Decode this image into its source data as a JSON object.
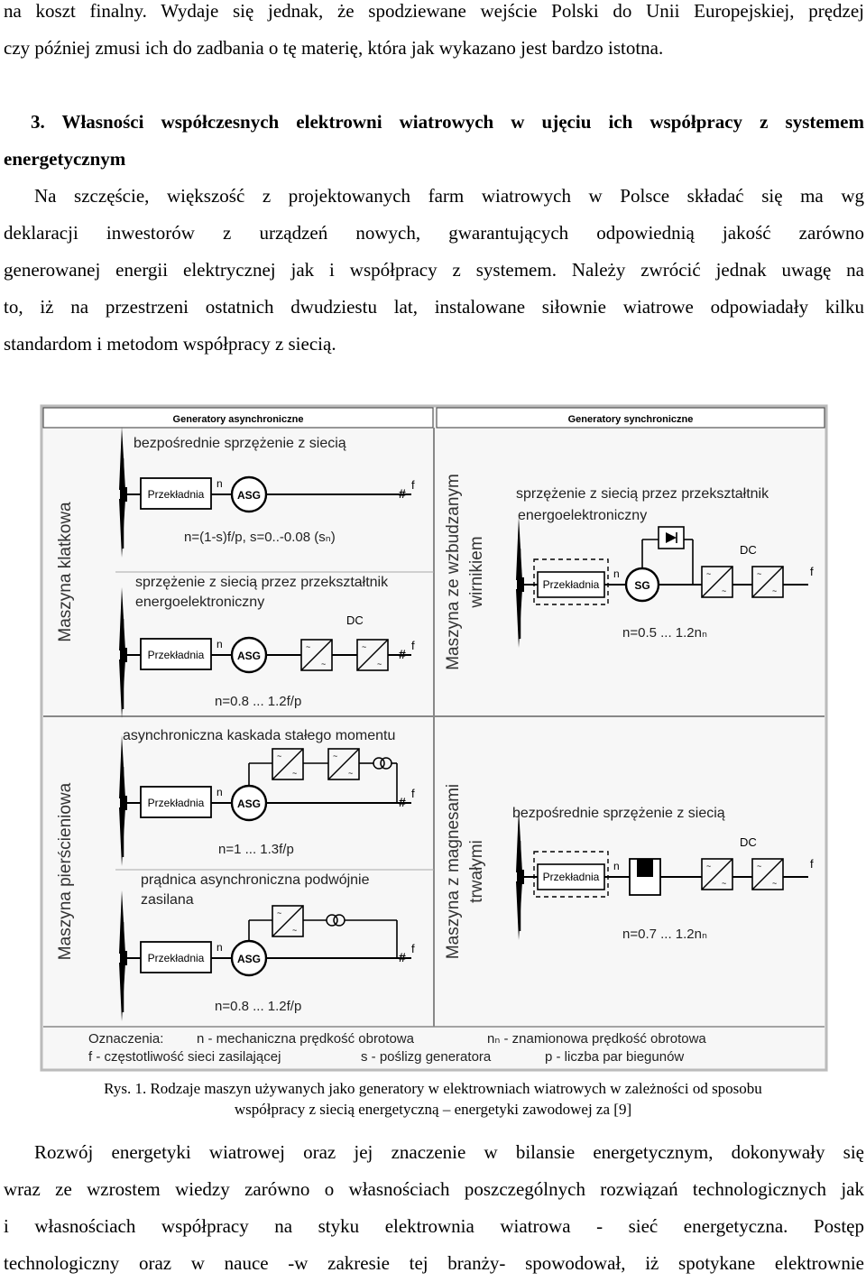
{
  "page": {
    "intro_lines": [
      "na koszt finalny. Wydaje się jednak, że spodziewane wejście Polski do Unii Europejskiej, prędzej",
      "czy później zmusi ich do zadbania o tę materię, która jak wykazano jest bardzo istotna."
    ],
    "section_heading_line1": "3. Własności współczesnych elektrowni wiatrowych w ujęciu ich współpracy z systemem",
    "section_heading_line2": "energetycznym",
    "para1_lines": [
      "Na szczęście, większość z projektowanych farm wiatrowych w Polsce składać się ma wg",
      "deklaracji inwestorów z urządzeń nowych, gwarantujących odpowiednią jakość zarówno",
      "generowanej energii elektrycznej jak i współpracy z systemem. Należy zwrócić jednak uwagę na",
      "to, iż na przestrzeni ostatnich dwudziestu lat, instalowane siłownie wiatrowe odpowiadały kilku",
      "standardom i metodom współpracy z siecią."
    ],
    "caption_line1": "Rys. 1. Rodzaje maszyn używanych jako generatory w elektrowniach wiatrowych w zależności od sposobu",
    "caption_line2": "współpracy z siecią energetyczną – energetyki zawodowej za [9]",
    "para2_lines": [
      "Rozwój energetyki wiatrowej oraz jej znaczenie w bilansie energetycznym, dokonywały się",
      "wraz ze wzrostem wiedzy zarówno o własnościach poszczególnych rozwiązań technologicznych jak",
      "i własnościach współpracy na styku elektrownia wiatrowa - sieć energetyczna. Postęp",
      "technologiczny oraz w nauce -w zakresie tej branży- spowodował, iż spotykane elektrownie"
    ]
  },
  "figure": {
    "col_header_left": "Generatory asynchroniczne",
    "col_header_right": "Generatory synchroniczne",
    "row_label_cage": "Maszyna klatkowa",
    "row_label_slip": "Maszyna pierścieniowa",
    "row_label_wound_1": "Maszyna ze wzbudzanym",
    "row_label_wound_2": "wirnikiem",
    "row_label_pm_1": "Maszyna z magnesami",
    "row_label_pm_2": "trwałymi",
    "d1_title": "bezpośrednie sprzężenie z siecią",
    "d1_formula": "n=(1-s)f/p, s=0..-0.08 (sₙ)",
    "d2_title_1": "sprzężenie z siecią przez przekształtnik",
    "d2_title_2": "energoelektroniczny",
    "d2_formula": "n=0.8 ... 1.2f/p",
    "d3_title": "asynchroniczna kaskada stałego momentu",
    "d3_formula": "n=1 ... 1.3f/p",
    "d4_title_1": "prądnica asynchroniczna podwójnie",
    "d4_title_2": "zasilana",
    "d4_formula": "n=0.8 ... 1.2f/p",
    "d5_title_1": "sprzężenie z siecią przez przekształtnik",
    "d5_title_2": "energoelektroniczny",
    "d5_formula": "n=0.5 ... 1.2nₙ",
    "d6_title": "bezpośrednie sprzężenie z siecią",
    "d6_formula": "n=0.7 ... 1.2nₙ",
    "gearbox": "Przekładnia",
    "asg": "ASG",
    "sg": "SG",
    "dc": "DC",
    "n": "n",
    "f": "f",
    "legend_title": "Oznaczenia:",
    "legend_n": "n - mechaniczna prędkość obrotowa",
    "legend_nn": "nₙ - znamionowa prędkość obrotowa",
    "legend_f": "f - częstotliwość sieci zasilającej",
    "legend_s": "s - poślizg generatora",
    "legend_p": "p - liczba par biegunów"
  }
}
